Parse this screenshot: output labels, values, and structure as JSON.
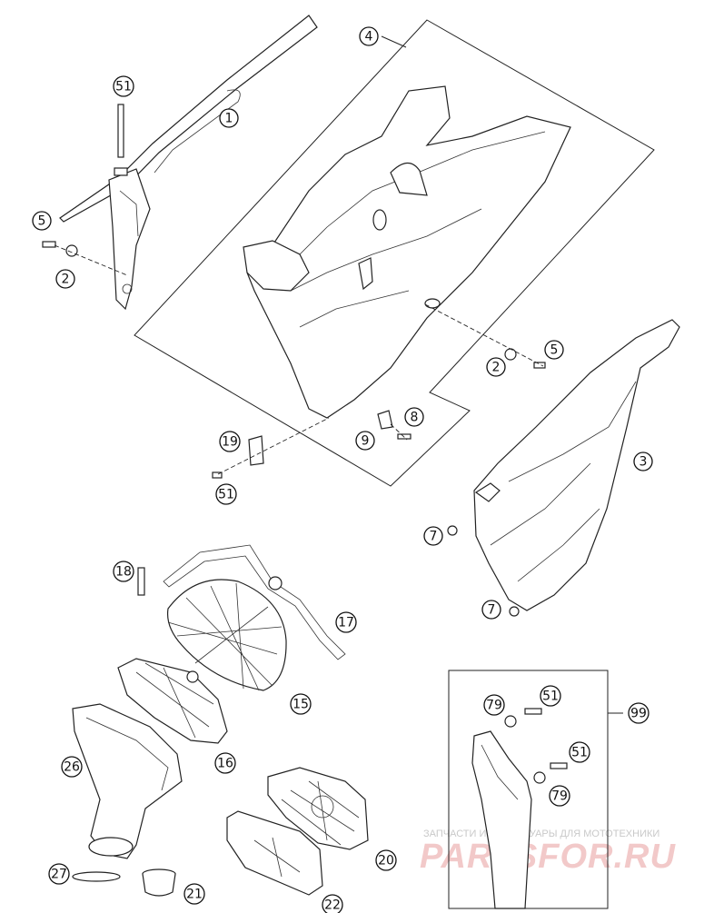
{
  "callouts": [
    {
      "id": "c1",
      "label": "1"
    },
    {
      "id": "c2a",
      "label": "2"
    },
    {
      "id": "c2b",
      "label": "2"
    },
    {
      "id": "c3",
      "label": "3"
    },
    {
      "id": "c4",
      "label": "4"
    },
    {
      "id": "c5a",
      "label": "5"
    },
    {
      "id": "c5b",
      "label": "5"
    },
    {
      "id": "c7a",
      "label": "7"
    },
    {
      "id": "c7b",
      "label": "7"
    },
    {
      "id": "c8",
      "label": "8"
    },
    {
      "id": "c9",
      "label": "9"
    },
    {
      "id": "c15",
      "label": "15"
    },
    {
      "id": "c16",
      "label": "16"
    },
    {
      "id": "c17",
      "label": "17"
    },
    {
      "id": "c18",
      "label": "18"
    },
    {
      "id": "c19",
      "label": "19"
    },
    {
      "id": "c20",
      "label": "20"
    },
    {
      "id": "c21",
      "label": "21"
    },
    {
      "id": "c22",
      "label": "22"
    },
    {
      "id": "c26",
      "label": "26"
    },
    {
      "id": "c27",
      "label": "27"
    },
    {
      "id": "c51a",
      "label": "51"
    },
    {
      "id": "c51b",
      "label": "51"
    },
    {
      "id": "c51c",
      "label": "51"
    },
    {
      "id": "c51d",
      "label": "51"
    },
    {
      "id": "c79a",
      "label": "79"
    },
    {
      "id": "c79b",
      "label": "79"
    },
    {
      "id": "c99",
      "label": "99"
    }
  ],
  "watermark": {
    "tagline": "ЗАПЧАСТИ И АКСЕССУАРЫ ДЛЯ МОТОТЕХНИКИ",
    "logo_text": "PARTSFOR.RU"
  }
}
